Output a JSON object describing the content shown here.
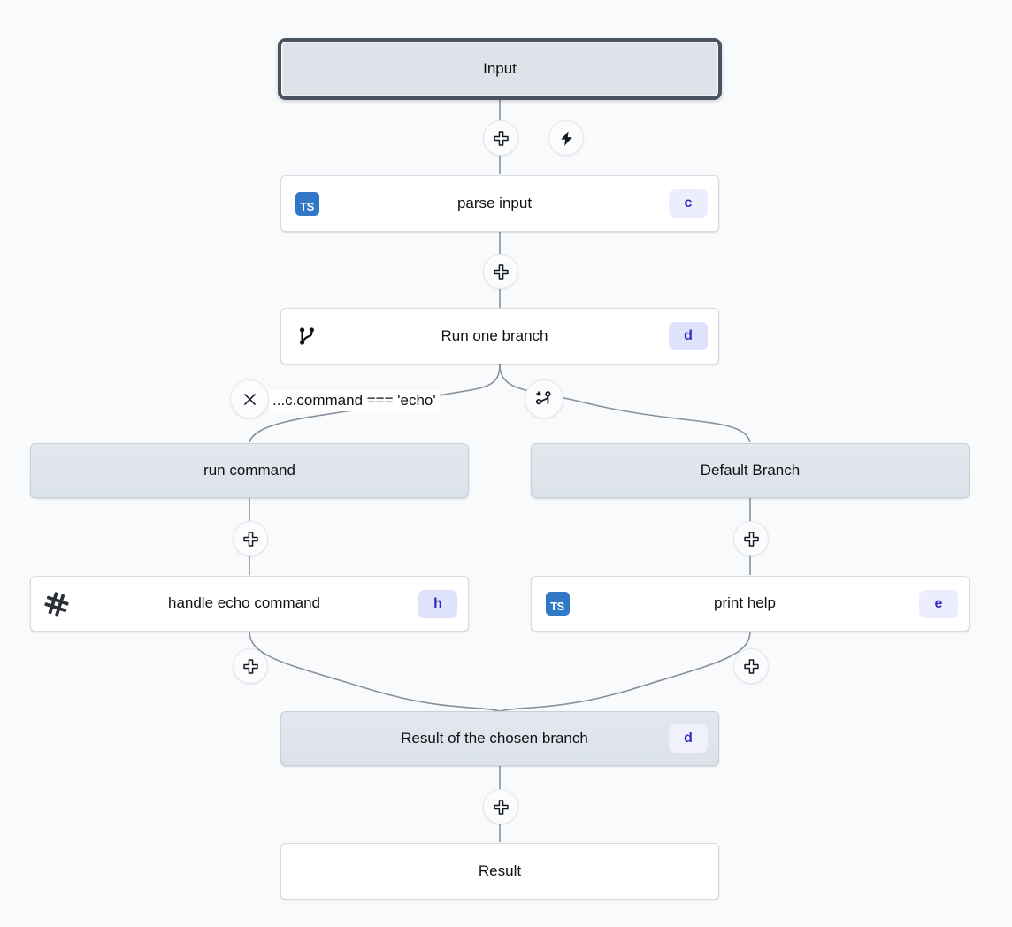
{
  "canvas": {
    "background": "#f8fafc",
    "edge_color": "#8a9099",
    "accent_badge_bg": "#eceefd",
    "accent_badge_fg": "#342ec0",
    "grey_node_bg": "#dde3e9",
    "ts_icon_bg": "#3178c6"
  },
  "nodes": {
    "input": {
      "label": "Input"
    },
    "parse": {
      "label": "parse input",
      "badge": "c",
      "icon": "typescript-icon"
    },
    "branch": {
      "label": "Run one branch",
      "badge": "d",
      "icon": "git-branch-icon"
    },
    "run_cmd": {
      "label": "run command"
    },
    "default": {
      "label": "Default Branch"
    },
    "echo": {
      "label": "handle echo command",
      "badge": "h",
      "icon": "bash-hash-icon"
    },
    "help": {
      "label": "print help",
      "badge": "e",
      "icon": "typescript-icon"
    },
    "result_b": {
      "label": "Result of the chosen branch",
      "badge": "d"
    },
    "result": {
      "label": "Result"
    }
  },
  "edges": {
    "condition_label": "...c.command === 'echo'"
  },
  "controls": {
    "add_step_1": {
      "icon": "plus-icon",
      "title": "Add step"
    },
    "trigger": {
      "icon": "lightning-icon",
      "title": "Trigger"
    },
    "add_step_2": {
      "icon": "plus-icon",
      "title": "Add step"
    },
    "remove_branch": {
      "icon": "close-icon",
      "title": "Remove branch"
    },
    "add_branch": {
      "icon": "git-branch-plus-icon",
      "title": "Add branch"
    },
    "add_step_3": {
      "icon": "plus-icon",
      "title": "Add step"
    },
    "add_step_4": {
      "icon": "plus-icon",
      "title": "Add step"
    },
    "add_step_5": {
      "icon": "plus-icon",
      "title": "Add step"
    },
    "add_step_6": {
      "icon": "plus-icon",
      "title": "Add step"
    },
    "add_step_7": {
      "icon": "plus-icon",
      "title": "Add step"
    }
  }
}
